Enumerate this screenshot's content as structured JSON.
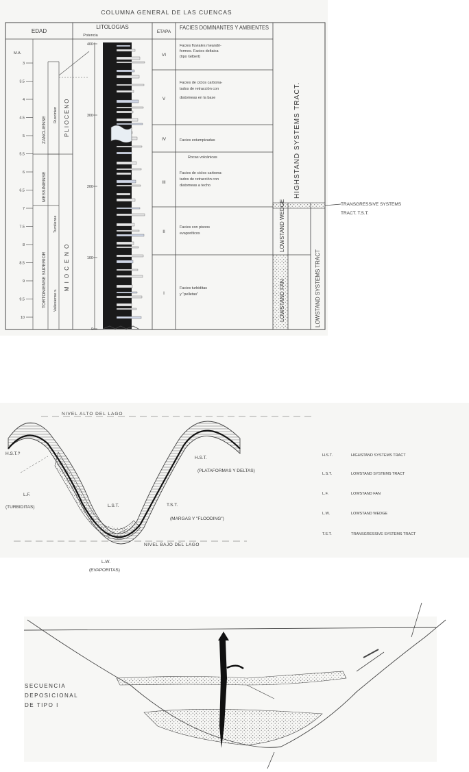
{
  "fig1": {
    "title": "COLUMNA GENERAL DE LAS CUENCAS",
    "headers": {
      "edad": "EDAD",
      "litologias": "LITOLOGIAS",
      "potencia": "Potencia",
      "etapa": "ETAPA",
      "facies": "FACIES DOMINANTES Y AMBIENTES"
    },
    "ma_label": "M.A.",
    "ma_ticks": [
      "3",
      "3.5",
      "4",
      "4.5",
      "5",
      "5.5",
      "6",
      "6.5",
      "7",
      "7.5",
      "8",
      "8.5",
      "9",
      "9.5",
      "10"
    ],
    "thickness_ticks": [
      "400",
      "300",
      "200",
      "100",
      "0"
    ],
    "epochs": [
      "PLIOCENO",
      "MIOCENO"
    ],
    "stages": [
      "ZANCLIENSE",
      "MESSINIENSE",
      "TORTONIENSE SUPERIOR"
    ],
    "substages": [
      "Ruscinien",
      "Turoliense",
      "Vallesiense s."
    ],
    "etapas": [
      "VI",
      "V",
      "IV",
      "III",
      "II",
      "I"
    ],
    "facies_rows": [
      {
        "line1": "Facies fluviales meandri-",
        "line2": "formes. Facies deltaica",
        "line3": "(tipo Gilbert)"
      },
      {
        "line1": "Facies de ciclos carbona-",
        "line2": "tados de retracción con",
        "line3": "diatomeas en la base"
      },
      {
        "line1": "Facies estumpizadas",
        "line2": "",
        "line3": ""
      },
      {
        "line1": "Facies de ciclos carbona-",
        "line2": "tados de retracción con",
        "line3": "diatomeas a techo"
      },
      {
        "line1": "Facies con pisoos",
        "line2": "evaporíticos",
        "line3": ""
      },
      {
        "line1": "Facies turbiditas",
        "line2": "y \"pelletas\"",
        "line3": ""
      }
    ],
    "volcanic_note": "Rocas volcánicas",
    "highstand": "HIGHSTAND SYSTEMS TRACT.",
    "lowstand_wedge": "LOWSTAND WEDGE",
    "lowstand_fan": "LOWSTAND FAN",
    "lowstand_tract": "LOWSTAND SYSTEMS TRACT",
    "tst_callout_line1": "TRANSGRESSIVE SYSTEMS",
    "tst_callout_line2": "TRACT. T.S.T."
  },
  "fig2": {
    "nivel_alto": "NIVEL ALTO DEL LAGO",
    "nivel_bajo": "NIVEL BAJO DEL LAGO",
    "hst_q": "H.S.T.?",
    "hst": "H.S.T.",
    "plataformas": "(PLATAFORMAS Y DELTAS)",
    "lf": "L.F.",
    "turbiditas": "(TURBIDITAS)",
    "lst": "L.S.T.",
    "tst": "T.S.T.",
    "margas": "(MARGAS Y \"FLOODING\")",
    "lw": "L.W.",
    "evaporitas": "(EVAPORITAS)",
    "legend": [
      {
        "abbr": "H.S.T.",
        "text": "HIGHSTAND SYSTEMS TRACT"
      },
      {
        "abbr": "L.S.T.",
        "text": "LOWSTAND SYSTEMS TRACT"
      },
      {
        "abbr": "L.F.",
        "text": "LOWSTAND FAN"
      },
      {
        "abbr": "L.W.",
        "text": "LOWSTAND WEDGE"
      },
      {
        "abbr": "T.S.T.",
        "text": "TRANSGRESSIVE SYSTEMS TRACT"
      }
    ]
  },
  "fig3": {
    "line1": "SECUENCIA",
    "line2": "DEPOSICIONAL",
    "line3": "DE TIPO I"
  }
}
